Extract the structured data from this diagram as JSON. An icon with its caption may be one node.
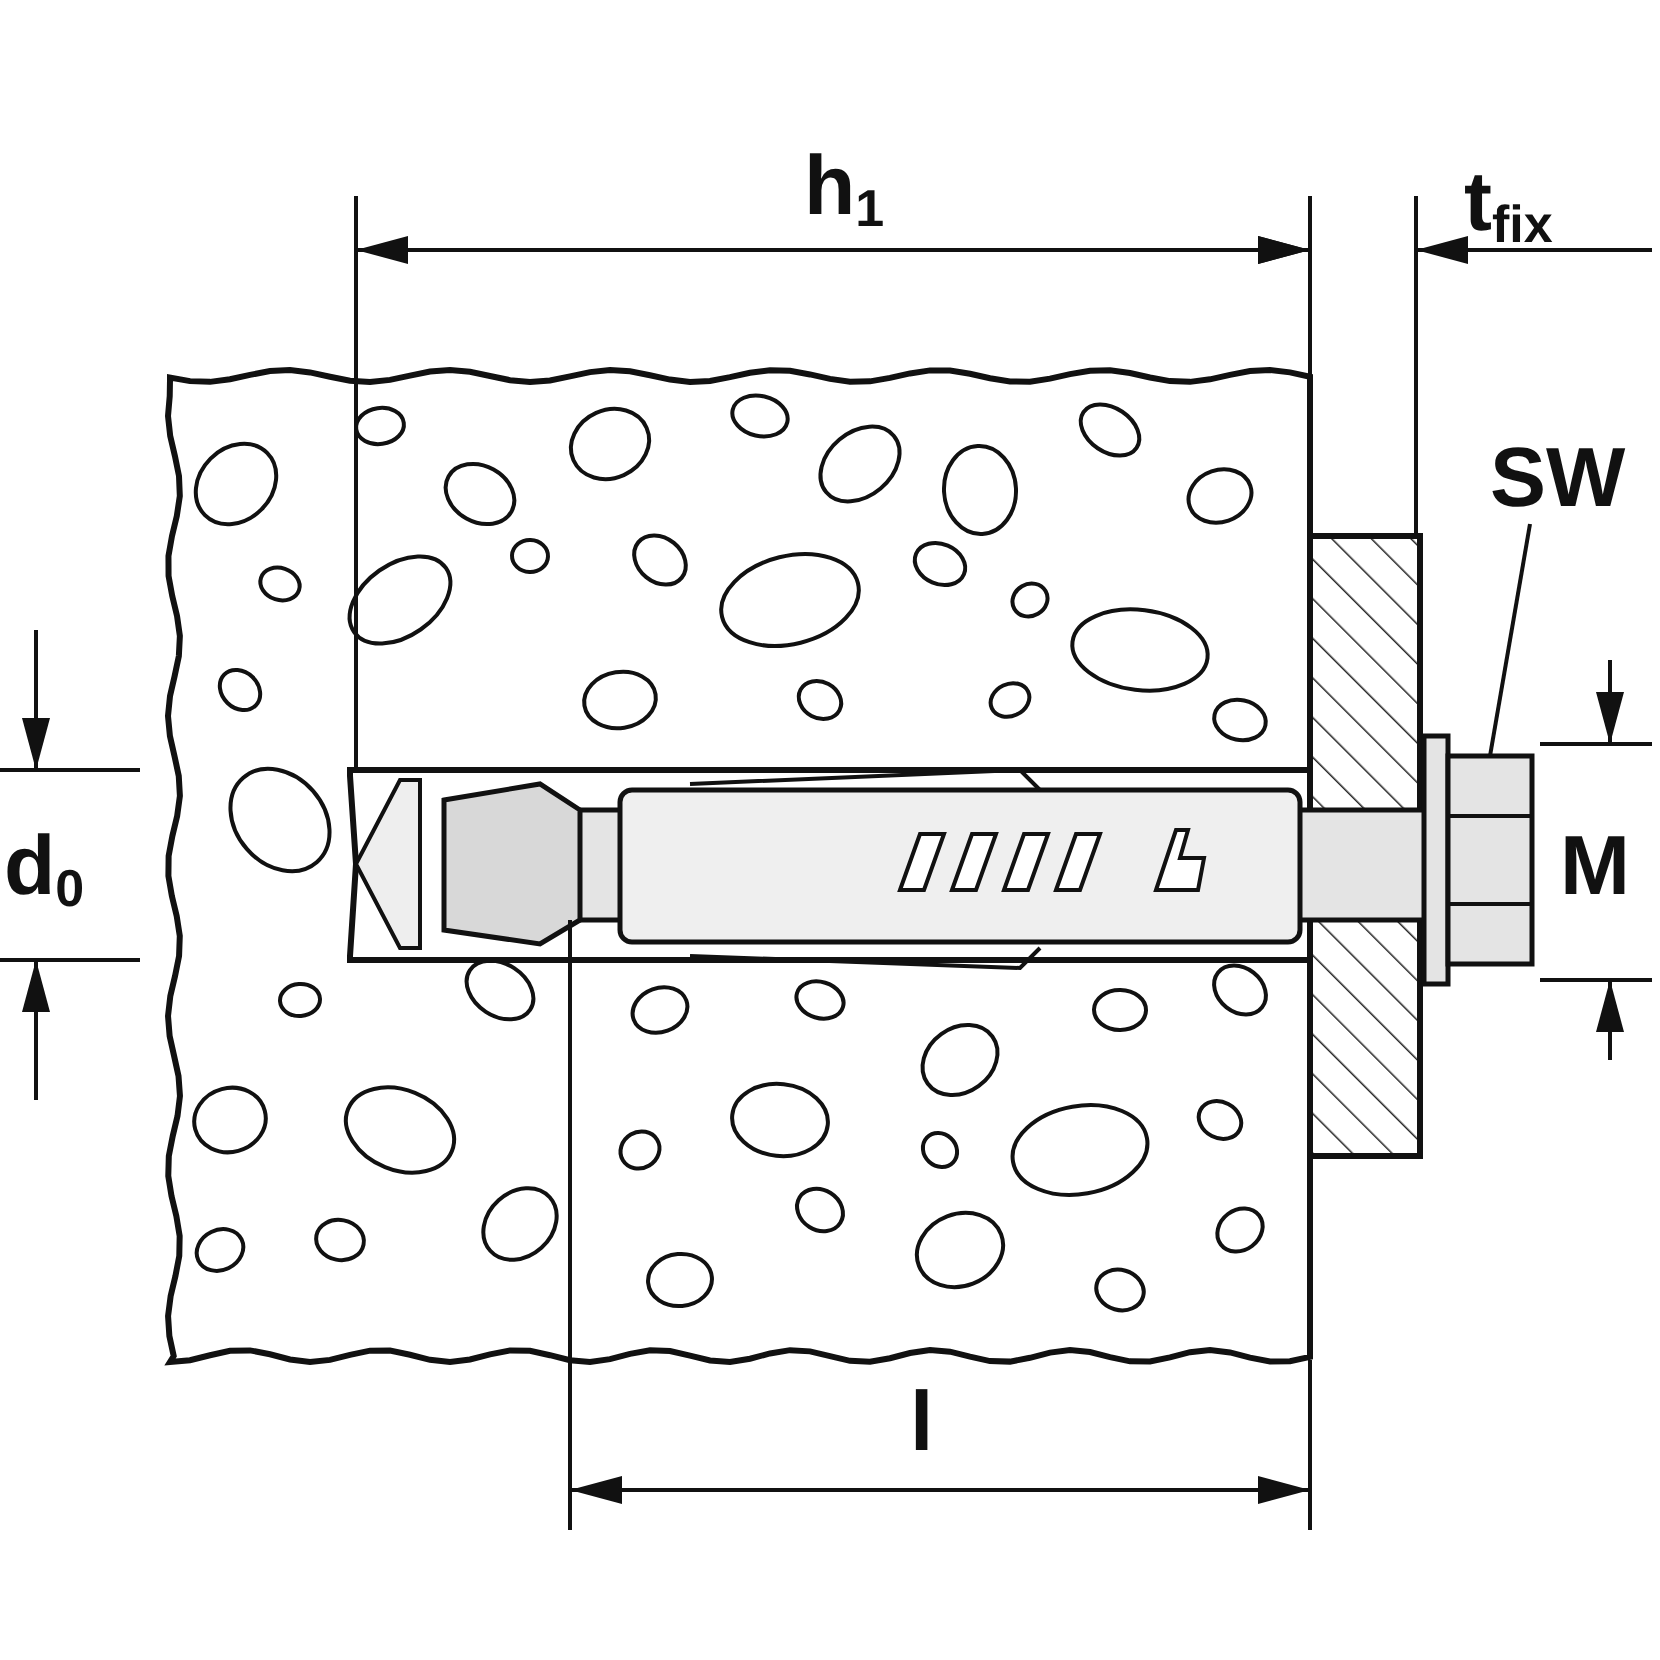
{
  "diagram": {
    "nodes": [
      {
        "text": [
          "SW"
        ]
      },
      {
        "text": [],
        "shape": "picture"
      }
    ],
    "edges": [
      {
        "from": 0,
        "to": 1,
        "arrow": "none"
      }
    ],
    "labels": [
      "h$_{1}$",
      "t$_{fix}$",
      "d$_{0}$",
      "M",
      "l"
    ]
  }
}
